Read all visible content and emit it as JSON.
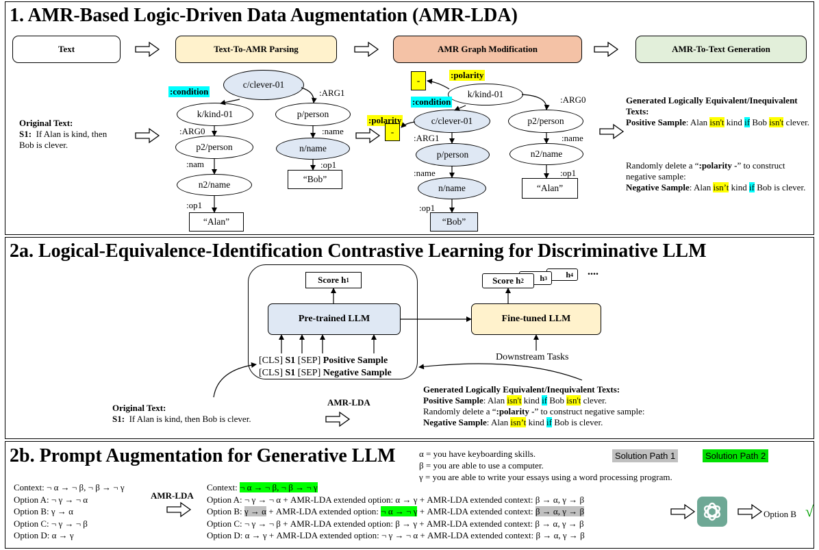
{
  "p1": {
    "title": "1. AMR-Based Logic-Driven Data Augmentation (AMR-LDA)",
    "stages": [
      "Text",
      "Text-To-AMR Parsing",
      "AMR Graph Modification",
      "AMR-To-Text Generation"
    ],
    "orig_title": "Original Text:",
    "s1_label": "S1:",
    "s1_text": "If Alan is kind, then Bob is clever.",
    "g1": {
      "condition": ":condition",
      "clever": "c/clever-01",
      "arg1": ":ARG1",
      "kind": "k/kind-01",
      "person_p": "p/person",
      "arg0": ":ARG0",
      "name_lbl": ":name",
      "p2": "p2/person",
      "nname": "n/name",
      "nam": ":nam",
      "op1": ":op1",
      "bob": "“Bob”",
      "n2": "n2/name",
      "alan": "“Alan”"
    },
    "g2": {
      "polarity": ":polarity",
      "minus": "-",
      "kind": "k/kind-01",
      "arg0": ":ARG0",
      "condition": ":condition",
      "clever": "c/clever-01",
      "p2": "p2/person",
      "arg1": ":ARG1",
      "name_lbl": ":name",
      "person_p": "p/person",
      "n2": "n2/name",
      "op1": ":op1",
      "nname": "n/name",
      "alan": "“Alan”",
      "bob": "“Bob”"
    },
    "gen_title": "Generated Logically Equivalent/Inequivalent Texts:",
    "pos_label": "Positive Sample",
    "pos_a": ": Alan ",
    "isnt": "isn't",
    "kind_w": " kind ",
    "if_w": "if",
    "bob_w": " Bob ",
    "clever_w": " clever.",
    "rand_a": "Randomly delete a “",
    "rand_b": ":polarity -",
    "rand_c": "” to construct negative sample:",
    "neg_label": "Negative Sample",
    "isnt2": "isn’t",
    "bobis": " Bob is clever."
  },
  "p2a": {
    "title": "2a. Logical-Equivalence-Identification Contrastive Learning for Discriminative LLM",
    "score_h1": "Score h",
    "sub1": "1",
    "pretrained": "Pre-trained LLM",
    "finetuned": "Fine-tuned LLM",
    "score_h2": "Score h",
    "sub2": "2",
    "h3": "h",
    "sub3": "3",
    "h4": "h",
    "sub4": "4",
    "dots": "....",
    "line1_a": "[CLS] ",
    "s1b": "S1",
    "line1_b": " [SEP] ",
    "pos": "Positive Sample",
    "neg": "Negative Sample",
    "downstream": "Downstream Tasks",
    "orig_title": "Original Text:",
    "s1_label": "S1:",
    "s1_text": "If Alan is kind, then Bob is clever.",
    "amrlda": "AMR-LDA",
    "gen_title": "Generated Logically Equivalent/Inequivalent Texts:",
    "pos_label": "Positive Sample",
    "rand_a": "Randomly delete a “",
    "rand_b": ":polarity -",
    "rand_c": "” to construct negative sample:",
    "neg_label": "Negative Sample"
  },
  "p2b": {
    "title": "2b. Prompt Augmentation for Generative LLM",
    "alpha": "α = you have keyboarding skills.",
    "beta": "β = you are able to use a computer.",
    "gamma": "γ = you are able to write your essays using a word processing program.",
    "path1": "Solution Path 1",
    "path2": "Solution Path 2",
    "left": [
      "Context: ¬ α → ¬ β, ¬ β → ¬ γ",
      "Option A: ¬ γ → ¬ α",
      "Option B: γ → α",
      "Option C: ¬ γ → ¬ β",
      "Option D: α → γ"
    ],
    "amrlda": "AMR-LDA",
    "ctx_label": "Context: ",
    "ctx_val": "¬ α → ¬ β, ¬ β → ¬ γ",
    "optA": "Option A: ¬ γ → ¬ α + AMR-LDA extended option:  α → γ + AMR-LDA extended context: β → α, γ → β",
    "optB_a": "Option B: ",
    "optB_b": "γ → α",
    "optB_c": " + AMR-LDA extended option:  ",
    "optB_d": "¬ α → ¬ γ",
    "optB_e": " + AMR-LDA extended context: ",
    "optB_f": "β → α, γ → β",
    "optC": "Option C: ¬ γ → ¬ β + AMR-LDA extended option:  β → γ + AMR-LDA extended context: β → α, γ → β",
    "optD": "Option D: α → γ + AMR-LDA extended option:  ¬ γ → ¬ α + AMR-LDA extended context: β → α, γ → β",
    "answer": "Option B",
    "check": "√",
    "colors": {
      "path1": "#c0c0c0",
      "path2": "#00e000",
      "chatgpt": "#6ea895"
    }
  }
}
